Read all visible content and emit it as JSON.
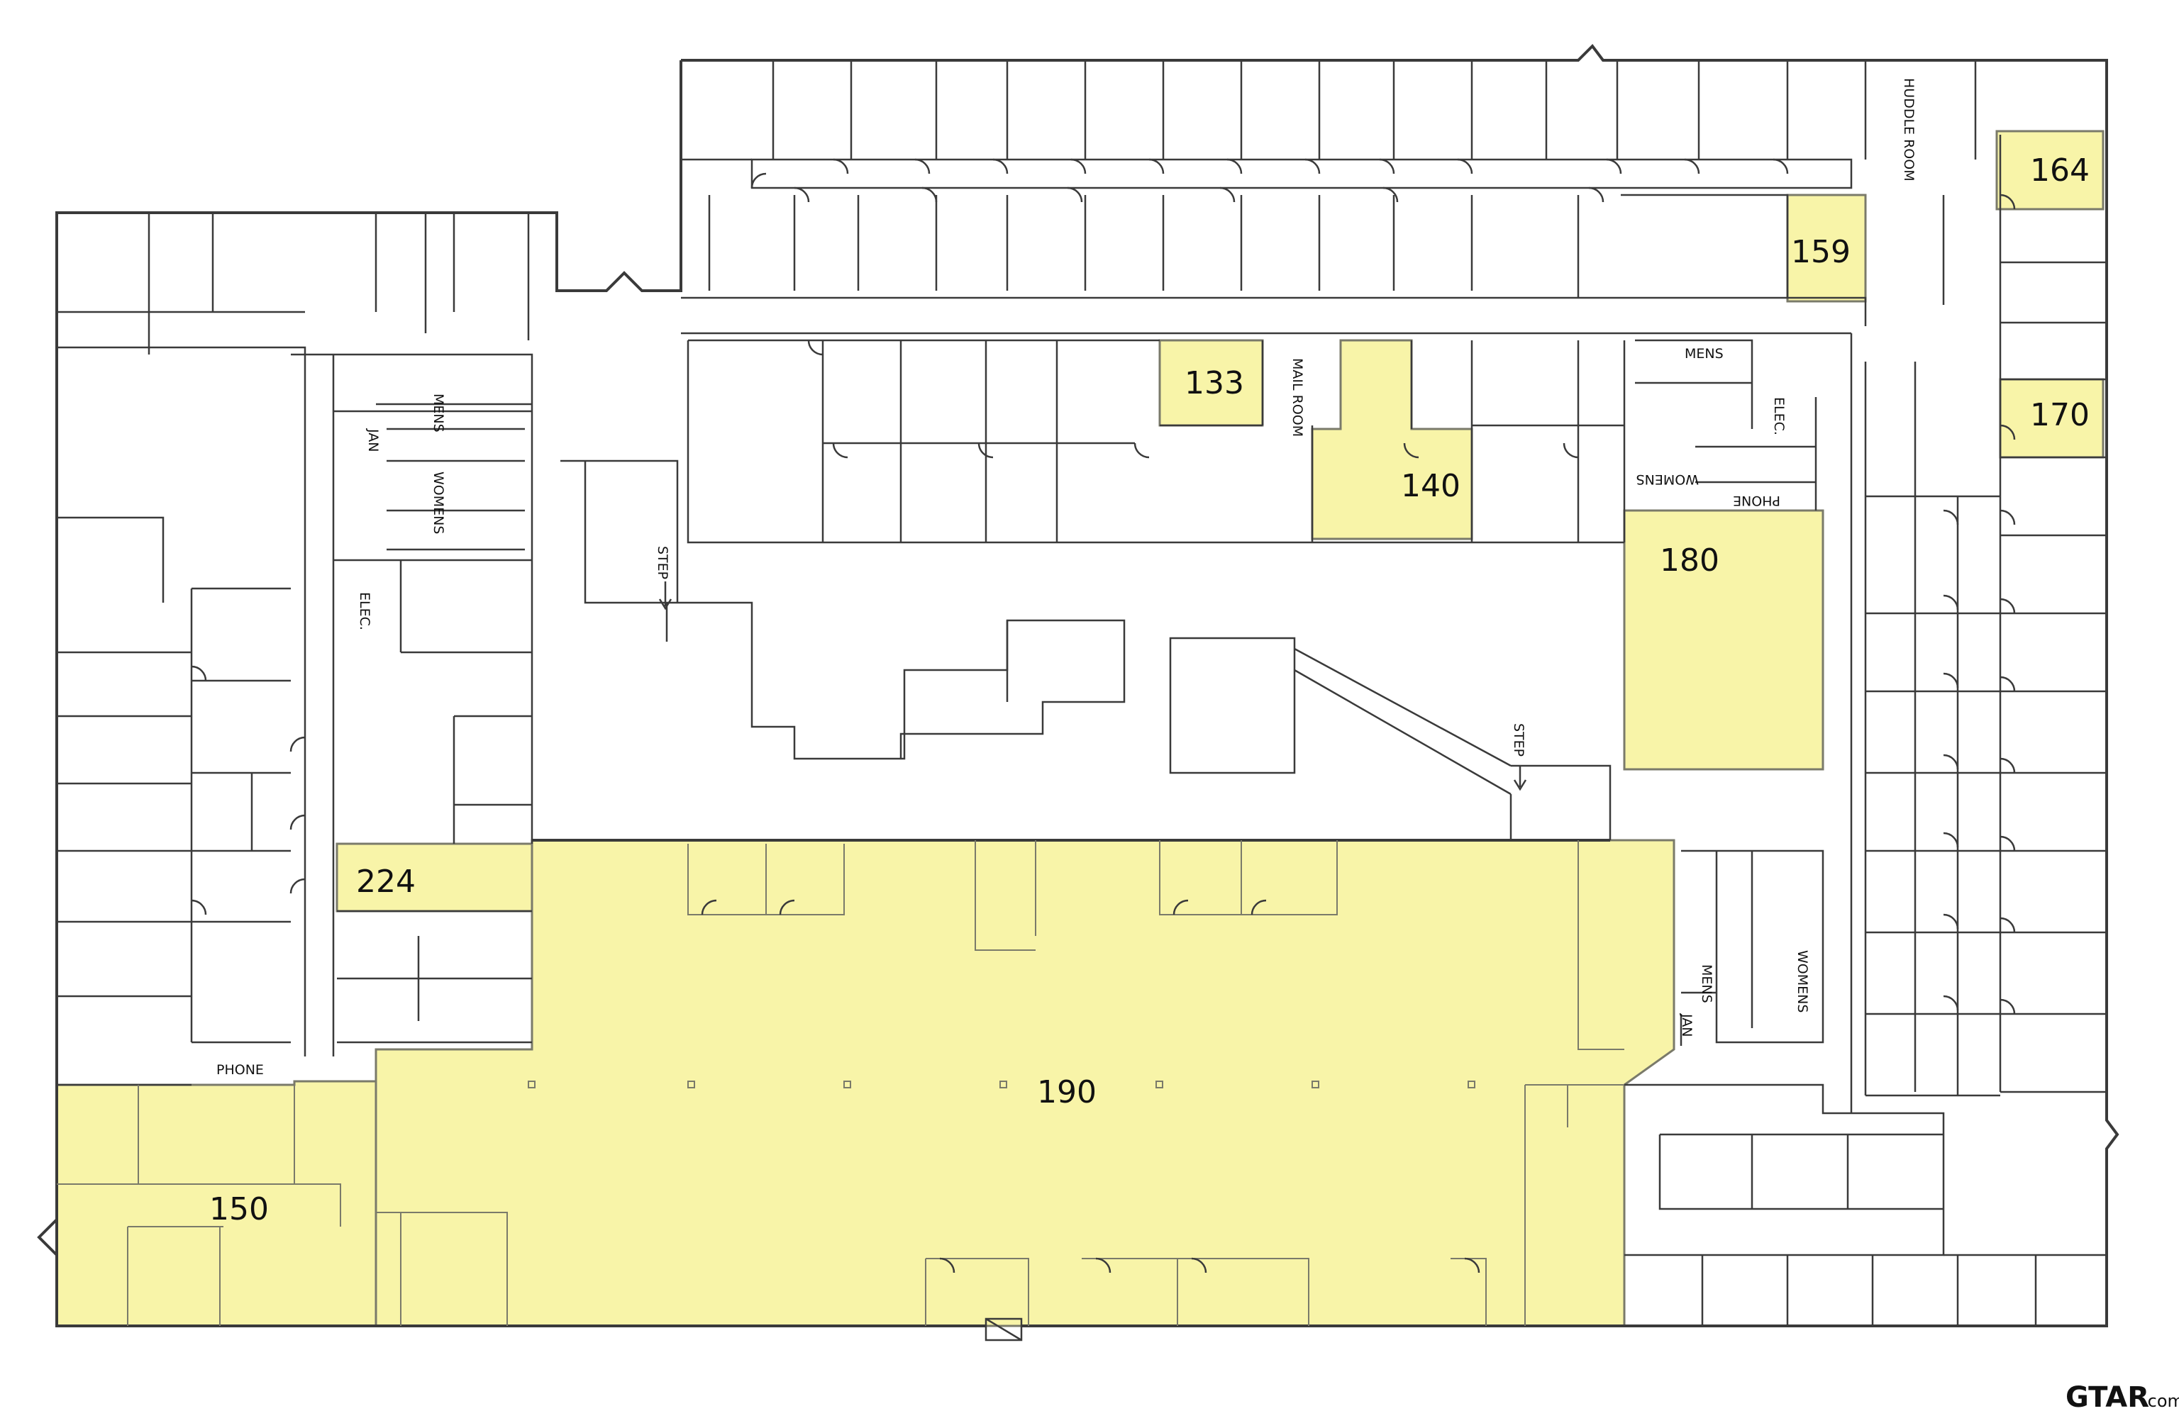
{
  "units": {
    "u133": "133",
    "u140": "140",
    "u150": "150",
    "u159": "159",
    "u164": "164",
    "u170": "170",
    "u180": "180",
    "u190": "190",
    "u224": "224"
  },
  "labels": {
    "huddle_room": "HUDDLE ROOM",
    "mail_room": "MAIL ROOM",
    "mens_top": "MENS",
    "womens_top": "WOMENS",
    "elec_right": "ELEC.",
    "phone_right": "PHONE",
    "mens_left": "MENS",
    "womens_left": "WOMENS",
    "jan_left": "JAN",
    "elec_left": "ELEC.",
    "phone_left": "PHONE",
    "step_left": "STEP",
    "step_right": "STEP",
    "mens_lower": "MENS",
    "womens_lower": "WOMENS",
    "jan_lower": "JAN"
  },
  "logo": {
    "brand": "GTAR",
    "suffix": ".com"
  },
  "colors": {
    "available": "#f8f4a8",
    "wall": "#3a3a3a"
  }
}
